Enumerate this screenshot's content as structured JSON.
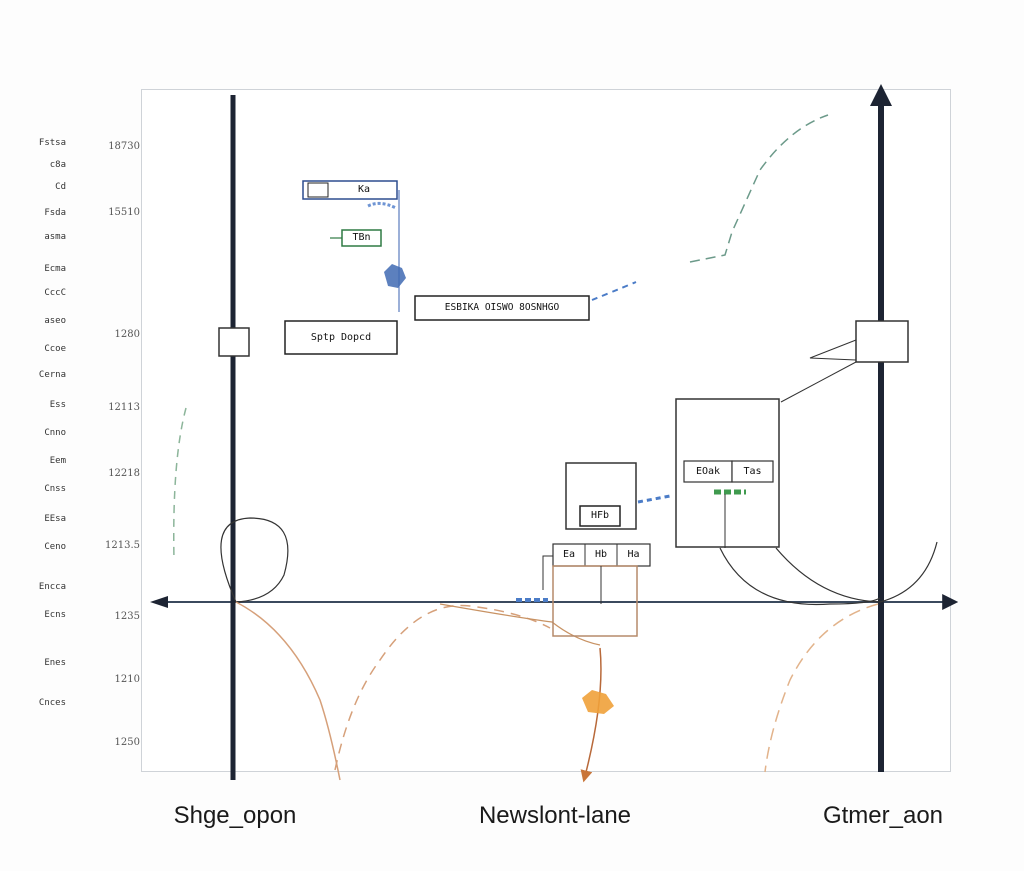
{
  "y_ticks": [
    "18730",
    "15510",
    "",
    "1280",
    "12113",
    "12218",
    "1213.5",
    "1235",
    "1210",
    "1250"
  ],
  "sidebar_labels": [
    "Fstsa",
    "c8a",
    "Cd",
    "Fsda",
    "asma",
    "Ecma",
    "CccC",
    "aseo",
    "Ccoe",
    "Cerna",
    "Ess",
    "Cnno",
    "Eem",
    "Cnss",
    "EEsa",
    "Ceno",
    "Encca",
    "Ecns",
    "Enes",
    "Cnces"
  ],
  "boxes": {
    "small_top": "Ka",
    "green_tag": "TBn",
    "left_mid": "Sptp Dopcd",
    "center_wide": "ESBIKA OISWO 8OSNHGO",
    "box_hfb": "HFb",
    "sub_a": "Ea",
    "sub_b": "Hb",
    "sub_c": "Ha",
    "right_sub_a": "EOak",
    "right_sub_b": "Tas"
  },
  "columns": [
    "Shge_opon",
    "Newslont-lane",
    "Gtmer_aon"
  ],
  "colors": {
    "axis": "#1d2433",
    "blue": "#3a5fa8",
    "green": "#3f8f4e",
    "orange": "#d98a3d"
  }
}
